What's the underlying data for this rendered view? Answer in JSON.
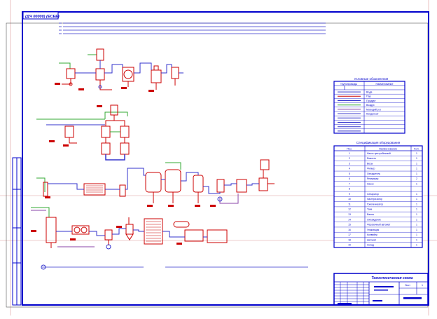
{
  "stamp": {
    "text": "(ДЧ 00000) (ЕСЕЕ)"
  },
  "legend_pipes": {
    "title": "Условные обозначения",
    "col_a": "Трубопроводы",
    "col_b": "Наименование",
    "rows": [
      "Вода",
      "Пар",
      "Продукт",
      "Воздух",
      "Моющий р-р",
      "Конденсат",
      "",
      "",
      "",
      ""
    ]
  },
  "legend_equipment": {
    "title": "Спецификация оборудования",
    "col_pos": "Поз.",
    "col_name": "Наименование",
    "col_qty": "Кол.",
    "rows": [
      {
        "pos": "1",
        "name": "Насос центробежный",
        "qty": "1"
      },
      {
        "pos": "2",
        "name": "Емкость",
        "qty": "1"
      },
      {
        "pos": "3",
        "name": "Весы",
        "qty": "1"
      },
      {
        "pos": "4",
        "name": "Фильтр",
        "qty": "1"
      },
      {
        "pos": "5",
        "name": "Охладитель",
        "qty": "1"
      },
      {
        "pos": "6",
        "name": "Резервуар",
        "qty": "2"
      },
      {
        "pos": "7",
        "name": "Насос",
        "qty": "1"
      },
      {
        "pos": "8",
        "name": "",
        "qty": ""
      },
      {
        "pos": "9",
        "name": "Сепаратор",
        "qty": "1"
      },
      {
        "pos": "10",
        "name": "Пастеризатор",
        "qty": "1"
      },
      {
        "pos": "11",
        "name": "Гомогенизатор",
        "qty": "1"
      },
      {
        "pos": "12",
        "name": "Танк",
        "qty": "1"
      },
      {
        "pos": "13",
        "name": "Ванна",
        "qty": "1"
      },
      {
        "pos": "14",
        "name": "Охлаждение",
        "qty": "1"
      },
      {
        "pos": "15",
        "name": "Фасовочный автомат",
        "qty": "1"
      },
      {
        "pos": "16",
        "name": "Упаковщик",
        "qty": "1"
      },
      {
        "pos": "17",
        "name": "Конвейер",
        "qty": "1"
      },
      {
        "pos": "18",
        "name": "Автомат",
        "qty": "1"
      },
      {
        "pos": "19",
        "name": "Склад",
        "qty": "1"
      }
    ]
  },
  "title_block": {
    "header": "Технологическая схема",
    "sheet_label": "Лист",
    "sheet_value": "1"
  },
  "colors": {
    "frame": "#0000cc",
    "equipment": "#cc0000",
    "pipe_blue": "#3333cc",
    "pipe_green": "#33aa33",
    "pipe_purple": "#8844aa",
    "guide": "#dd9999"
  }
}
